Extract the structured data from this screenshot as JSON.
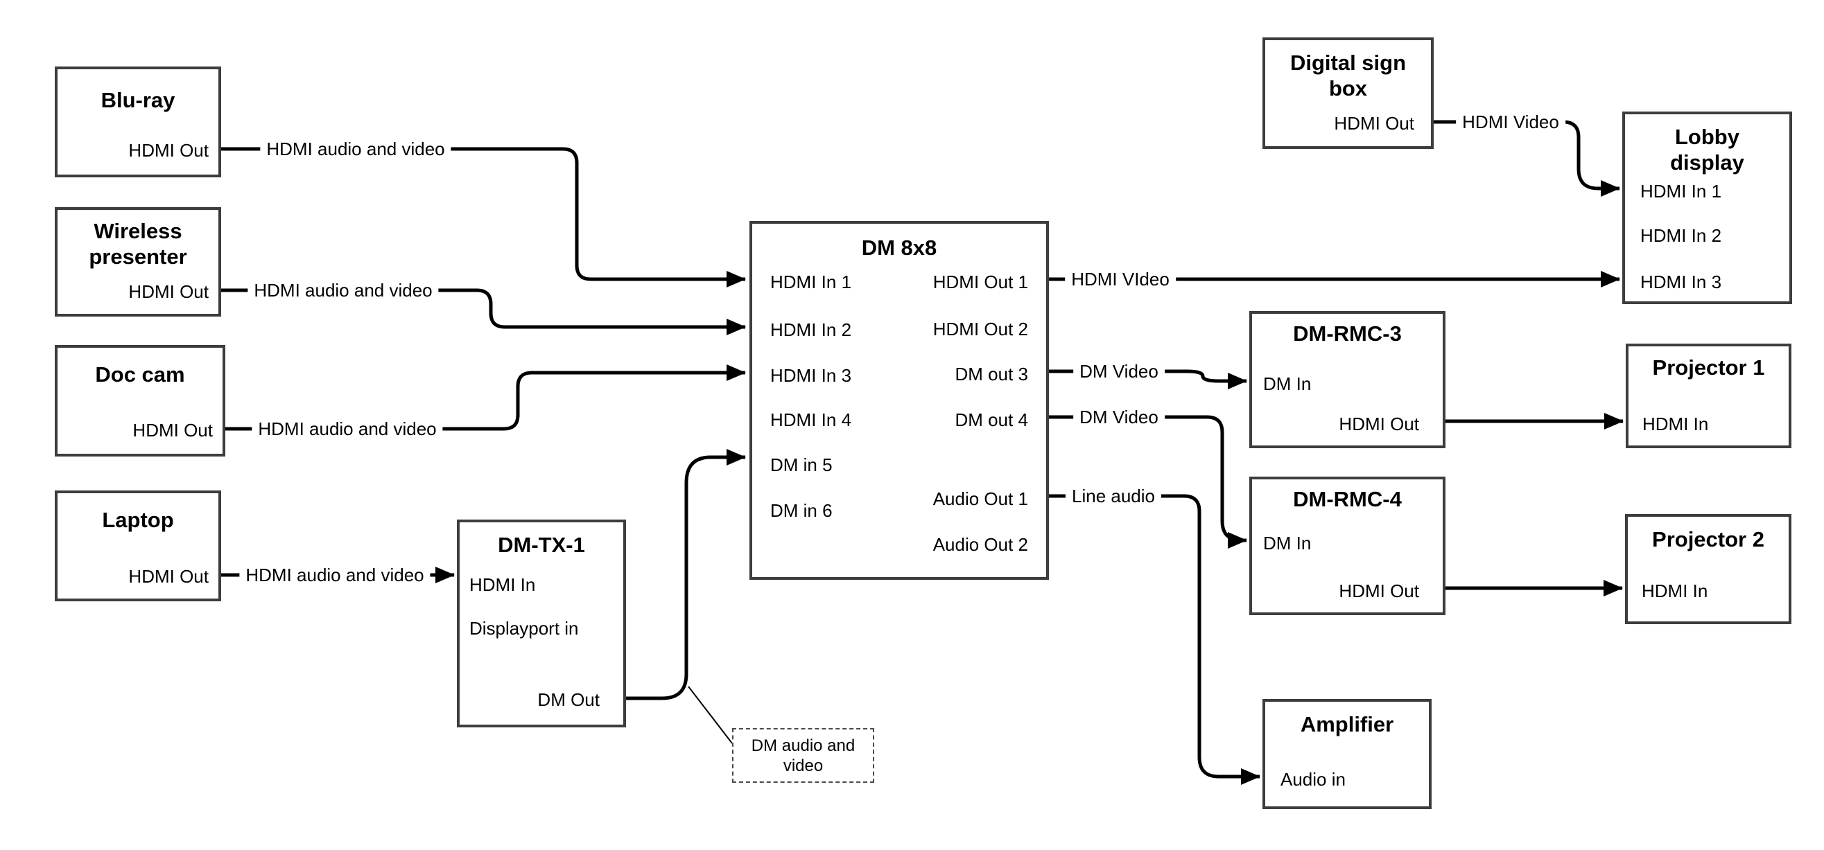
{
  "diagram_type": "AV signal-flow block diagram",
  "colors": {
    "background": "#ffffff",
    "box_border": "#3d3d3d",
    "connector": "#000000",
    "text": "#000000"
  },
  "nodes": {
    "bluray": {
      "title": "Blu-ray",
      "ports": {
        "out": "HDMI Out"
      }
    },
    "wireless": {
      "title": "Wireless presenter",
      "ports": {
        "out": "HDMI Out"
      }
    },
    "doccam": {
      "title": "Doc cam",
      "ports": {
        "out": "HDMI Out"
      }
    },
    "laptop": {
      "title": "Laptop",
      "ports": {
        "out": "HDMI Out"
      }
    },
    "dmtx1": {
      "title": "DM-TX-1",
      "ports": {
        "hdmi_in": "HDMI In",
        "dp_in": "Displayport in",
        "dm_out": "DM Out"
      }
    },
    "dm8x8": {
      "title": "DM 8x8",
      "ports": {
        "in1": "HDMI In 1",
        "in2": "HDMI In 2",
        "in3": "HDMI In 3",
        "in4": "HDMI In 4",
        "in5": "DM in 5",
        "in6": "DM in 6",
        "out1": "HDMI Out 1",
        "out2": "HDMI Out 2",
        "out3": "DM out 3",
        "out4": "DM out 4",
        "aout1": "Audio Out 1",
        "aout2": "Audio Out 2"
      }
    },
    "digitalsign": {
      "title": "Digital sign box",
      "ports": {
        "out": "HDMI Out"
      }
    },
    "lobby": {
      "title": "Lobby display",
      "ports": {
        "in1": "HDMI In 1",
        "in2": "HDMI In 2",
        "in3": "HDMI In 3"
      }
    },
    "dmrmc3": {
      "title": "DM-RMC-3",
      "ports": {
        "dm_in": "DM In",
        "hdmi_out": "HDMI Out"
      }
    },
    "proj1": {
      "title": "Projector 1",
      "ports": {
        "in": "HDMI In"
      }
    },
    "dmrmc4": {
      "title": "DM-RMC-4",
      "ports": {
        "dm_in": "DM In",
        "hdmi_out": "HDMI Out"
      }
    },
    "proj2": {
      "title": "Projector 2",
      "ports": {
        "in": "HDMI In"
      }
    },
    "amp": {
      "title": "Amplifier",
      "ports": {
        "in": "Audio in"
      }
    }
  },
  "edges": [
    {
      "from": "Blu-ray HDMI Out",
      "to": "DM 8x8 HDMI In 1",
      "label": "HDMI audio and video"
    },
    {
      "from": "Wireless presenter HDMI Out",
      "to": "DM 8x8 HDMI In 2",
      "label": "HDMI audio and video"
    },
    {
      "from": "Doc cam HDMI Out",
      "to": "DM 8x8 HDMI In 3",
      "label": "HDMI audio and video"
    },
    {
      "from": "Laptop HDMI Out",
      "to": "DM-TX-1 HDMI In",
      "label": "HDMI audio and video"
    },
    {
      "from": "DM-TX-1 DM Out",
      "to": "DM 8x8 DM in 5",
      "label": ""
    },
    {
      "from": "DM 8x8 HDMI Out 1",
      "to": "Lobby display HDMI In 3",
      "label": "HDMI VIdeo"
    },
    {
      "from": "DM 8x8 DM out 3",
      "to": "DM-RMC-3 DM In",
      "label": "DM Video"
    },
    {
      "from": "DM 8x8 DM out 4",
      "to": "DM-RMC-4 DM In",
      "label": "DM Video"
    },
    {
      "from": "DM 8x8 Audio Out 1",
      "to": "Amplifier Audio in",
      "label": "Line audio"
    },
    {
      "from": "Digital sign box HDMI Out",
      "to": "Lobby display HDMI In 1",
      "label": "HDMI Video"
    },
    {
      "from": "DM-RMC-3 HDMI Out",
      "to": "Projector 1 HDMI In",
      "label": ""
    },
    {
      "from": "DM-RMC-4 HDMI Out",
      "to": "Projector 2 HDMI In",
      "label": ""
    }
  ],
  "callout": {
    "text": "DM audio and video",
    "attached_to": "DM-TX-1 DM Out connector"
  }
}
